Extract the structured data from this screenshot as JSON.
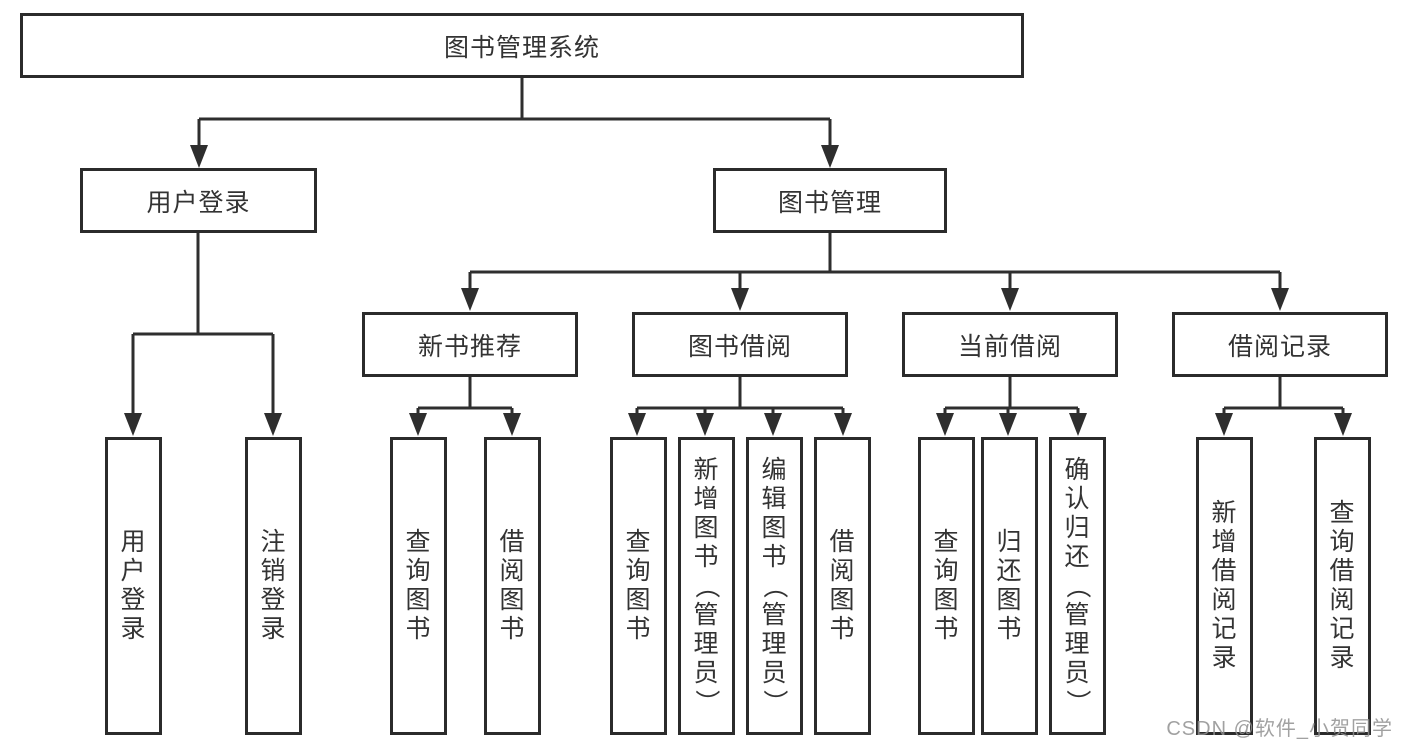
{
  "diagram": {
    "root": "图书管理系统",
    "user_branch": {
      "label": "用户登录",
      "children": [
        "用户登录",
        "注销登录"
      ]
    },
    "book_branch": {
      "label": "图书管理",
      "groups": [
        {
          "label": "新书推荐",
          "children": [
            "查询图书",
            "借阅图书"
          ]
        },
        {
          "label": "图书借阅",
          "children": [
            "查询图书",
            "新增图书（管理员）",
            "编辑图书（管理员）",
            "借阅图书"
          ]
        },
        {
          "label": "当前借阅",
          "children": [
            "查询图书",
            "归还图书",
            "确认归还（管理员）"
          ]
        },
        {
          "label": "借阅记录",
          "children": [
            "新增借阅记录",
            "查询借阅记录"
          ]
        }
      ]
    }
  },
  "watermark": "CSDN @软件_小贺同学",
  "colors": {
    "line": "#2e2e2e",
    "border": "#2b2b2b",
    "text": "#333333",
    "watermark": "#919191",
    "background": "#ffffff"
  }
}
